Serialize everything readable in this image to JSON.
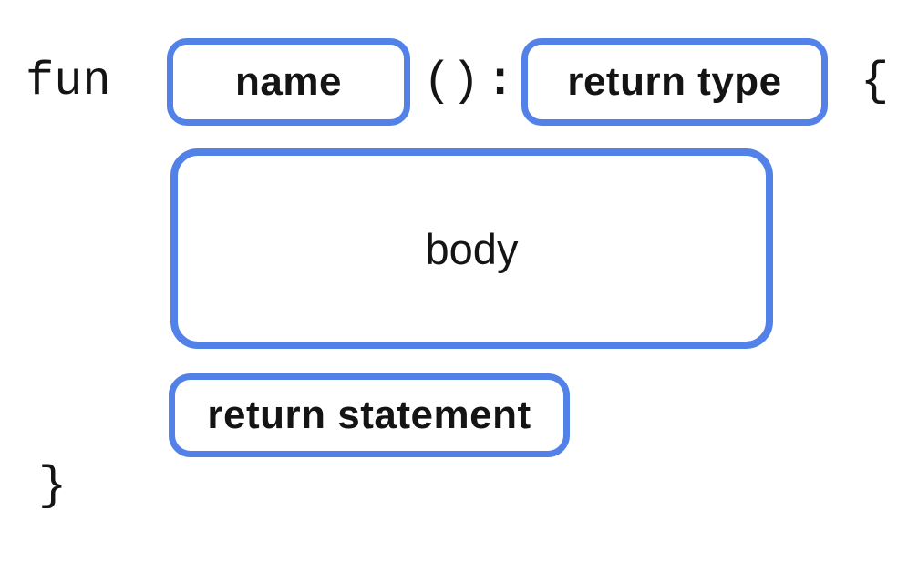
{
  "diagram": {
    "description": "function declaration syntax diagram",
    "keyword": "fun",
    "tokens": {
      "parentheses": "()",
      "colon": ":",
      "open_brace": "{",
      "close_brace": "}"
    },
    "slots": {
      "name": {
        "label": "name"
      },
      "return_type": {
        "label": "return type"
      },
      "body": {
        "label": "body"
      },
      "return_statement": {
        "label": "return statement"
      }
    },
    "colors": {
      "box_border": "#5282E8",
      "text": "#141414",
      "background": "#FFFFFF"
    }
  }
}
